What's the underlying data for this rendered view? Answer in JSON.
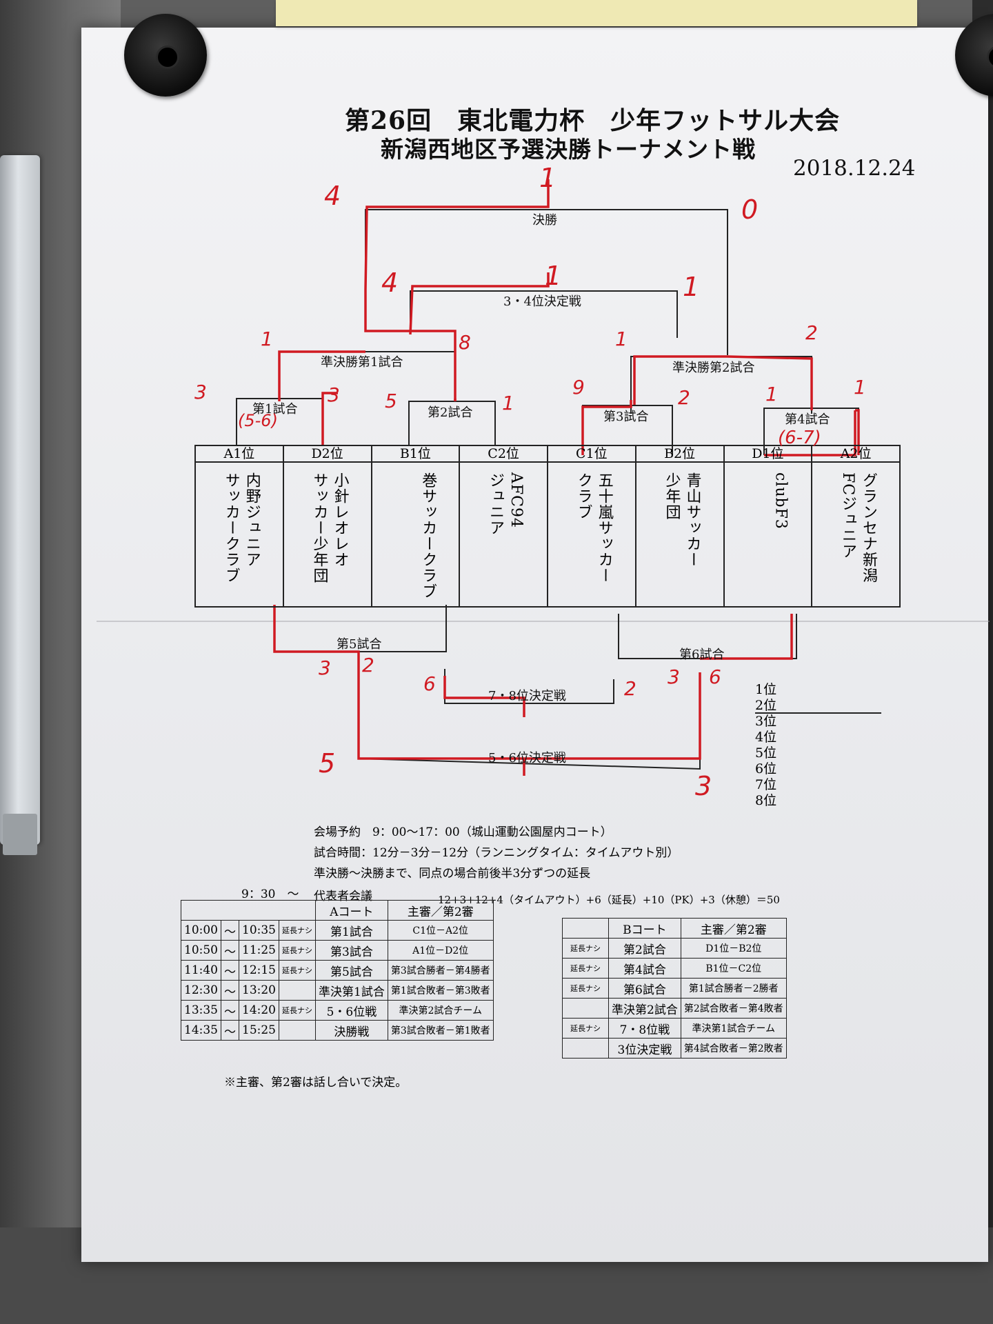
{
  "header": {
    "title_line1": "第26回　東北電力杯　少年フットサル大会",
    "title_line2": "新潟西地区予選決勝トーナメント戦",
    "date": "2018.12.24"
  },
  "bracket": {
    "final": "決勝",
    "third_place": "3・4位決定戦",
    "semi1": "準決勝第1試合",
    "semi2": "準決勝第2試合",
    "match1": "第1試合",
    "match2": "第2試合",
    "match3": "第3試合",
    "match4": "第4試合",
    "match5": "第5試合",
    "match6": "第6試合",
    "place78": "7・8位決定戦",
    "place56": "5・6位決定戦"
  },
  "teams": [
    {
      "seed": "A1位",
      "name": "内野ジュニア\nサッカークラブ"
    },
    {
      "seed": "D2位",
      "name": "小針レオレオ\nサッカー少年団"
    },
    {
      "seed": "B1位",
      "name": "巻サッカークラブ"
    },
    {
      "seed": "C2位",
      "name": "AFC94\nジュニア"
    },
    {
      "seed": "C1位",
      "name": "五十嵐サッカー\nクラブ"
    },
    {
      "seed": "B2位",
      "name": "青山サッカー\n少年団"
    },
    {
      "seed": "D1位",
      "name": "clubF3"
    },
    {
      "seed": "A2位",
      "name": "グランセナ新潟\nFCジュニア"
    }
  ],
  "handwritten": {
    "final_left": "4",
    "final_top": "1",
    "final_right": "0",
    "third_left": "4",
    "third_top": "1",
    "third_right": "1",
    "semi1_left": "1",
    "semi1_right": "8",
    "semi2_left": "1",
    "semi2_right": "2",
    "m1_left": "3",
    "m1_right": "3",
    "m1_pk": "(5-6)",
    "m2_left": "5",
    "m2_right": "1",
    "m3_left": "9",
    "m3_right": "2",
    "m4_left": "1",
    "m4_right": "1",
    "m4_pk": "(6-7)",
    "m5_left": "3",
    "m5_right": "2",
    "m6_left": "3",
    "m6_right": "6",
    "p78_left": "6",
    "p78_right": "2",
    "p56_left": "5",
    "p56_right": "3"
  },
  "rankings": [
    "1位",
    "2位",
    "3位",
    "4位",
    "5位",
    "6位",
    "7位",
    "8位"
  ],
  "notes": {
    "line1": "会場予約　9：00～17：00（城山運動公園屋内コート）",
    "line2": "試合時間：12分－3分－12分（ランニングタイム：タイムアウト別）",
    "line3": "準決勝～決勝まで、同点の場合前後半3分ずつの延長",
    "meeting_time": "9：30　～",
    "meeting": "代表者会議",
    "formula": "12+3+12+4（タイムアウト）+6（延長）+10（PK）+3（休憩）＝50"
  },
  "schedule": {
    "court_a": "Aコート",
    "court_b": "Bコート",
    "ref_header": "主審／第2審",
    "tilde": "～",
    "no_ext": "延長ナシ",
    "rows_a": [
      {
        "start": "10:00",
        "end": "10:35",
        "ext": "延長ナシ",
        "match": "第1試合",
        "ref": "C1位－A2位"
      },
      {
        "start": "10:50",
        "end": "11:25",
        "ext": "延長ナシ",
        "match": "第3試合",
        "ref": "A1位－D2位"
      },
      {
        "start": "11:40",
        "end": "12:15",
        "ext": "延長ナシ",
        "match": "第5試合",
        "ref": "第3試合勝者－第4勝者"
      },
      {
        "start": "12:30",
        "end": "13:20",
        "ext": "",
        "match": "準決第1試合",
        "ref": "第1試合敗者－第3敗者"
      },
      {
        "start": "13:35",
        "end": "14:20",
        "ext": "延長ナシ",
        "match": "5・6位戦",
        "ref": "準決第2試合チーム"
      },
      {
        "start": "14:35",
        "end": "15:25",
        "ext": "",
        "match": "決勝戦",
        "ref": "第3試合敗者－第1敗者"
      }
    ],
    "rows_b": [
      {
        "ext": "延長ナシ",
        "match": "第2試合",
        "ref": "D1位－B2位"
      },
      {
        "ext": "延長ナシ",
        "match": "第4試合",
        "ref": "B1位－C2位"
      },
      {
        "ext": "延長ナシ",
        "match": "第6試合",
        "ref": "第1試合勝者－2勝者"
      },
      {
        "ext": "",
        "match": "準決第2試合",
        "ref": "第2試合敗者－第4敗者"
      },
      {
        "ext": "延長ナシ",
        "match": "7・8位戦",
        "ref": "準決第1試合チーム"
      },
      {
        "ext": "",
        "match": "3位決定戦",
        "ref": "第4試合敗者－第2敗者"
      }
    ],
    "footnote": "※主審、第2審は話し合いで決定。"
  }
}
